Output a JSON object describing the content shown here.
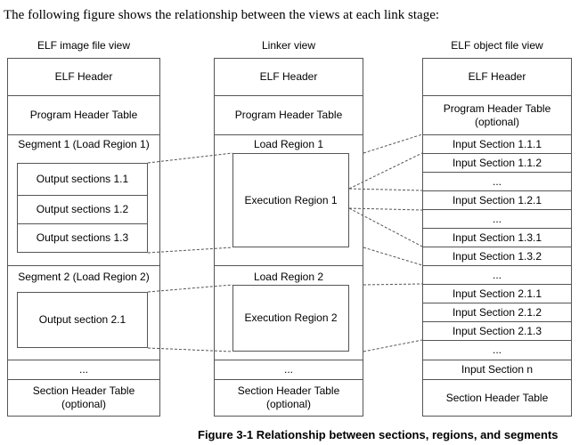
{
  "intro_text": "The following figure shows the relationship between the views at each link stage:",
  "columns": {
    "elf_image": {
      "title": "ELF image file view",
      "elf_header": "ELF Header",
      "program_header_table": "Program Header Table",
      "segment1": "Segment 1 (Load Region 1)",
      "output_sections": [
        "Output sections 1.1",
        "Output sections 1.2",
        "Output sections 1.3"
      ],
      "segment2": "Segment 2 (Load Region 2)",
      "output_section_21": "Output section 2.1",
      "ellipsis": "...",
      "section_header_table": "Section Header Table\n(optional)"
    },
    "linker": {
      "title": "Linker view",
      "elf_header": "ELF Header",
      "program_header_table": "Program Header Table",
      "load_region1": "Load Region 1",
      "execution_region1": "Execution Region 1",
      "load_region2": "Load Region 2",
      "execution_region2": "Execution Region 2",
      "ellipsis": "...",
      "section_header_table": "Section Header Table\n(optional)"
    },
    "elf_object": {
      "title": "ELF object file view",
      "elf_header": "ELF Header",
      "program_header_table": "Program Header Table\n(optional)",
      "input_sections": [
        "Input Section 1.1.1",
        "Input Section 1.1.2",
        "...",
        "Input Section 1.2.1",
        "...",
        "Input Section 1.3.1",
        "Input Section 1.3.2",
        "...",
        "Input Section 2.1.1",
        "Input Section 2.1.2",
        "Input Section 2.1.3",
        "...",
        "Input Section n"
      ],
      "section_header_table": "Section Header Table"
    }
  },
  "caption": "Figure 3-1  Relationship between sections, regions, and segments"
}
